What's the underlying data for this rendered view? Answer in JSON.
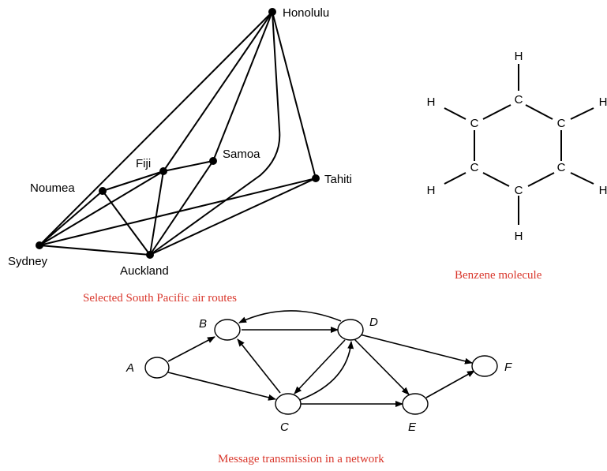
{
  "air_routes": {
    "caption": "Selected South Pacific air routes",
    "cities": {
      "honolulu": "Honolulu",
      "samoa": "Samoa",
      "fiji": "Fiji",
      "tahiti": "Tahiti",
      "noumea": "Noumea",
      "sydney": "Sydney",
      "auckland": "Auckland"
    }
  },
  "benzene": {
    "caption": "Benzene molecule",
    "carbon": "C",
    "hydrogen": "H"
  },
  "network": {
    "caption": "Message transmission in a network",
    "nodes": {
      "a": "A",
      "b": "B",
      "c": "C",
      "d": "D",
      "e": "E",
      "f": "F"
    }
  }
}
